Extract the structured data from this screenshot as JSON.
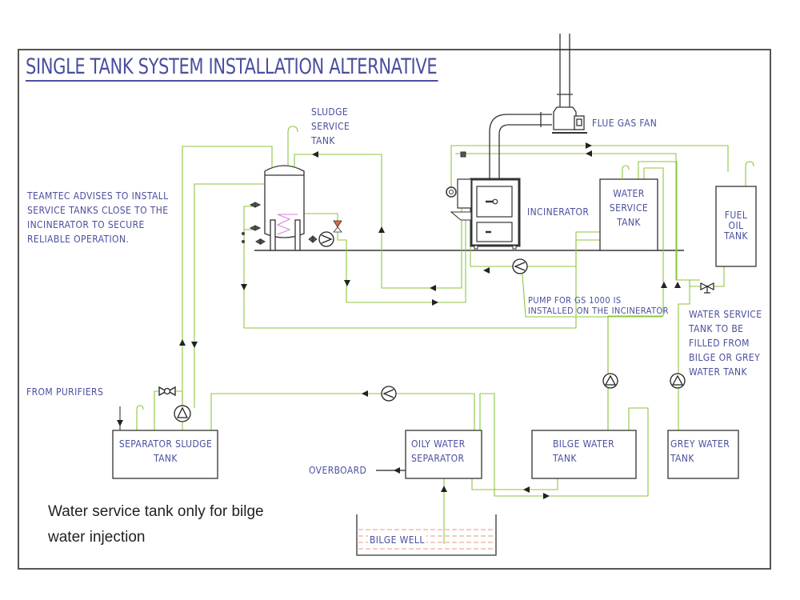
{
  "title": "SINGLE TANK SYSTEM INSTALLATION ALTERNATIVE",
  "colors": {
    "label": "#4a4f9e",
    "pipe": "#8cc63f",
    "equipment": "#333333",
    "heating_coil": "#d97fd9",
    "valve_accent": "#e06a3a",
    "bilge_liquid": "#e07a5f"
  },
  "labels": {
    "sludge_service_tank": "SLUDGE\nSERVICE\nTANK",
    "flue_gas_fan": "FLUE GAS FAN",
    "incinerator": "INCINERATOR",
    "water_service_tank": "WATER\nSERVICE\nTANK",
    "fuel_oil_tank": "FUEL\nOIL\nTANK",
    "advice": "TEAMTEC ADVISES TO INSTALL\nSERVICE TANKS CLOSE TO THE\nINCINERATOR TO SECURE\nRELIABLE OPERATION.",
    "pump_note": "PUMP FOR GS 1000 IS\nINSTALLED ON THE INCINERATOR",
    "water_fill_note": "WATER SERVICE\nTANK TO BE\nFILLED FROM\nBILGE OR GREY\nWATER TANK",
    "from_purifiers": "FROM PURIFIERS",
    "separator_sludge_tank": "SEPARATOR SLUDGE\nTANK",
    "oily_water_separator": "OILY WATER\nSEPARATOR",
    "overboard": "OVERBOARD",
    "bilge_water_tank": "BILGE WATER\nTANK",
    "grey_water_tank": "GREY WATER\nTANK",
    "bilge_well": "BILGE WELL"
  },
  "footnote": "Water service tank only for bilge\nwater injection",
  "equipment": [
    {
      "id": "sludge-service-tank",
      "type": "vertical-tank"
    },
    {
      "id": "incinerator",
      "type": "incinerator"
    },
    {
      "id": "flue-gas-fan",
      "type": "fan"
    },
    {
      "id": "water-service-tank",
      "type": "tank"
    },
    {
      "id": "fuel-oil-tank",
      "type": "tank"
    },
    {
      "id": "separator-sludge-tank",
      "type": "tank"
    },
    {
      "id": "oily-water-separator",
      "type": "separator"
    },
    {
      "id": "bilge-water-tank",
      "type": "tank"
    },
    {
      "id": "grey-water-tank",
      "type": "tank"
    },
    {
      "id": "bilge-well",
      "type": "well"
    }
  ],
  "pumps": [
    "sludge-circulation-pump",
    "gs1000-pump",
    "separator-sludge-transfer-pump",
    "oily-water-pump",
    "bilge-water-pump",
    "grey-water-pump"
  ]
}
